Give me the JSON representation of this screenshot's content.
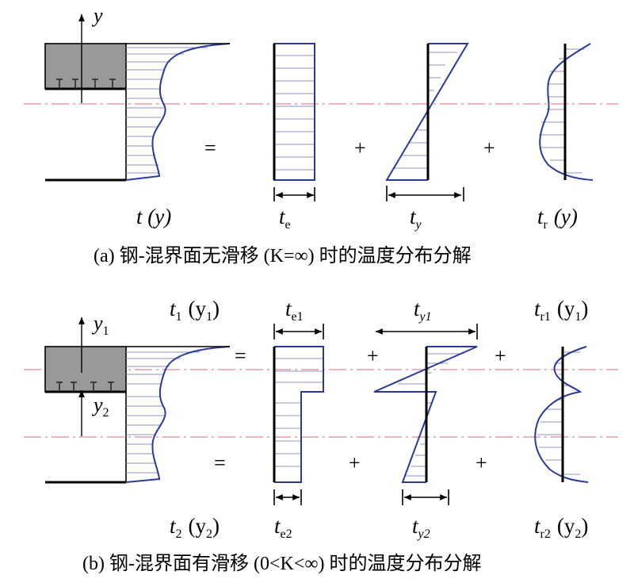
{
  "part_a": {
    "caption": "(a) 钢-混界面无滑移 (K=∞) 时的温度分布分解",
    "axis_y": "y",
    "eq": "=",
    "plus1": "+",
    "plus2": "+",
    "lbl_total": "t (y)",
    "lbl_te_main": "t",
    "lbl_te_sub": "e",
    "lbl_ty_main": "t",
    "lbl_ty_sub": "y",
    "lbl_tr_main": "t",
    "lbl_tr_sub": "r",
    "lbl_tr_arg": "(y)"
  },
  "part_b": {
    "caption": "(b) 钢-混界面有滑移 (0<K<∞) 时的温度分布分解",
    "axis_y1": "y",
    "axis_y1_sub": "1",
    "axis_y2": "y",
    "axis_y2_sub": "2",
    "eq_top": "=",
    "eq_bot": "=",
    "plus_top1": "+",
    "plus_top2": "+",
    "plus_bot1": "+",
    "plus_bot2": "+",
    "lbl_t1": "t",
    "lbl_t1_sub": "1",
    "lbl_t1_arg": "(y",
    "lbl_t1_arg_sub": "1",
    "lbl_t2": "t",
    "lbl_t2_sub": "2",
    "lbl_t2_arg": "(y",
    "lbl_t2_arg_sub": "2",
    "lbl_te1": "t",
    "lbl_te1_sub": "e1",
    "lbl_te2": "t",
    "lbl_te2_sub": "e2",
    "lbl_ty1": "t",
    "lbl_ty1_sub": "y1",
    "lbl_ty2": "t",
    "lbl_ty2_sub": "y2",
    "lbl_tr1": "t",
    "lbl_tr1_sub": "r1",
    "lbl_tr1_arg": "(y",
    "lbl_tr1_arg_sub": "1",
    "lbl_tr2": "t",
    "lbl_tr2_sub": "r2",
    "lbl_tr2_arg": "(y",
    "lbl_tr2_arg_sub": "2",
    "close_paren": ")"
  },
  "colors": {
    "profile": "#2b3a9a",
    "hatch": "#8b93c9",
    "centerline": "#e89aa6",
    "concrete": "#999999"
  }
}
